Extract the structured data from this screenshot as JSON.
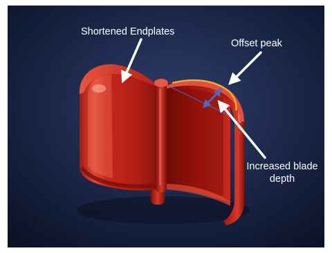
{
  "annotations": {
    "shortened_endplates": "Shortened Endplates",
    "offset_peak": "Offset peak",
    "increased_blade_depth_line1": "Increased blade",
    "increased_blade_depth_line2": "depth"
  },
  "colors": {
    "background_center": "#2b3a63",
    "background_edge": "#0c1326",
    "blade_red": "#c8261b",
    "blade_highlight": "#ef6a52",
    "blade_shadow": "#6e0c08",
    "offset_peak_line": "#f4b22a",
    "depth_arrow": "#4d67c4",
    "callout_white": "#ffffff"
  }
}
